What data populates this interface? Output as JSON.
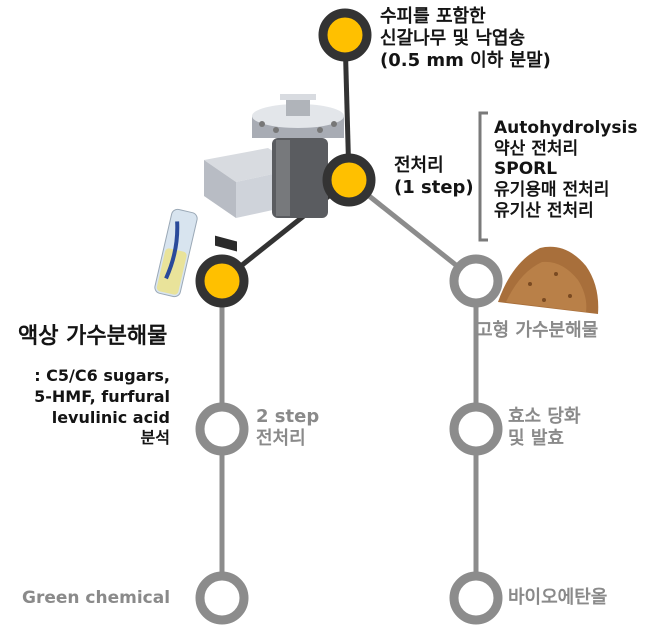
{
  "colors": {
    "active_fill": "#FFC000",
    "active_ring": "#333333",
    "inactive_ring": "#8C8C8C",
    "active_line": "#333333",
    "inactive_line": "#8C8C8C"
  },
  "nodes": {
    "raw_material": {
      "label": "수피를 포함한\n신갈나무 및 낙엽송\n(0.5 mm 이하 분말)"
    },
    "pretreatment": {
      "label": "전처리\n(1 step)"
    },
    "pretreatment_methods": [
      "Autohydrolysis",
      "약산 전처리",
      "SPORL",
      "유기용매 전처리",
      "유기산 전처리"
    ],
    "liquid_hydrolysate": {
      "title": "액상 가수분해물",
      "details": ": C5/C6 sugars,\n5-HMF, furfural\nlevulinic acid\n분석"
    },
    "solid_hydrolysate": {
      "label": "고형 가수분해물"
    },
    "second_pretreatment": {
      "label": "2 step\n전처리"
    },
    "enzymatic_saccharification": {
      "label": "효소 당화\n및 발효"
    },
    "green_chemical": {
      "label": "Green chemical"
    },
    "bioethanol": {
      "label": "바이오에탄올"
    }
  },
  "icons": [
    "reactor-icon",
    "sample-vial-icon",
    "wood-powder-icon"
  ]
}
